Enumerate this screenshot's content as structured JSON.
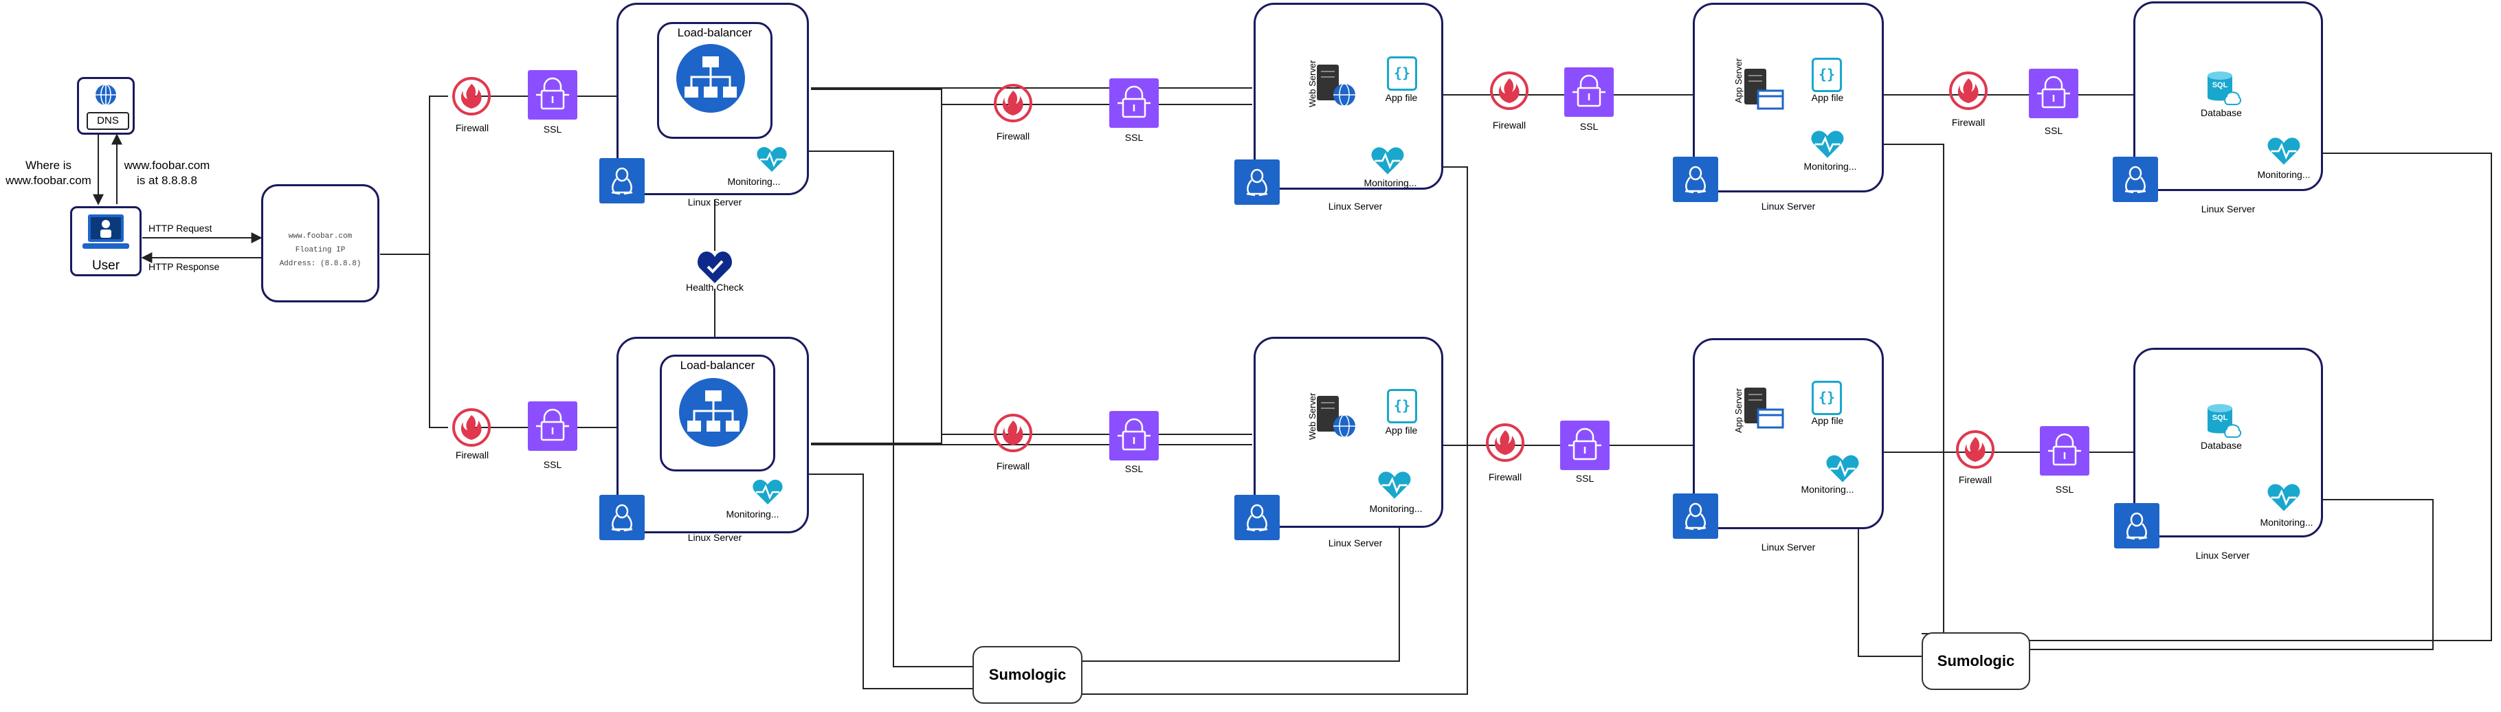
{
  "colors": {
    "frame": "#1a1a5e",
    "ssl": "#8c4fff",
    "firewall": "#e0384e",
    "linux": "#1d65c8",
    "monitoring": "#19a7ce",
    "load_balancer": "#1d65c8",
    "health_check": "#0d2a8a"
  },
  "dns": {
    "label": "DNS"
  },
  "user": {
    "label": "User"
  },
  "question": "Where is\nwww.foobar.com",
  "answer": "www.foobar.com\nis at 8.8.8.8",
  "http_request": "HTTP Request",
  "http_response": "HTTP Response",
  "client_text": "www.foobar.com\nFloating IP\nAddress: (8.8.8.8)",
  "labels": {
    "firewall": "Firewall",
    "ssl": "SSL",
    "linux_server": "Linux Server",
    "monitoring": "Monitoring...",
    "load_balancer": "Load-balancer",
    "health_check": "Health Check",
    "web_server": "Web Server",
    "app_server": "App Server",
    "app_file": "App file",
    "database": "Database",
    "sql": "SQL",
    "sumologic": "Sumologic",
    "app_file_glyph": "{}"
  }
}
